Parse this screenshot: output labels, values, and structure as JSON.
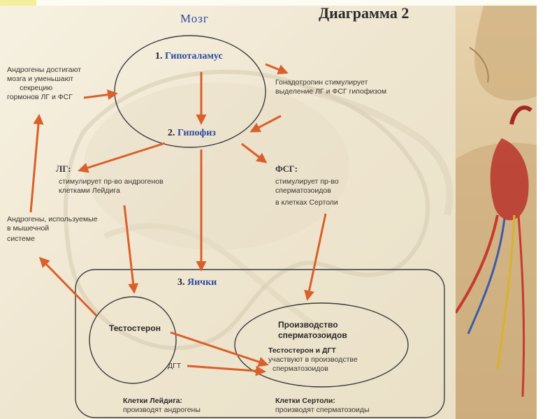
{
  "title": "Диаграмма 2",
  "brain_label": "Мозг",
  "nodes": {
    "hypothalamus": {
      "num": "1.",
      "name": "Гипоталамус"
    },
    "pituitary": {
      "num": "2.",
      "name": "Гипофиз"
    },
    "testes": {
      "num": "3.",
      "name": "Яички"
    }
  },
  "notes": {
    "androgens_brain": [
      "Андрогены достигают",
      "мозга и уменьшают",
      "секрецию",
      "гормонов ЛГ и ФСГ"
    ],
    "gonadotropin": [
      "Гонадотропин стимулирует",
      "выделение ЛГ и ФСГ гипофизом"
    ],
    "lh_title": "ЛГ:",
    "lh_text": [
      "стимулирует пр-во андрогенов",
      "клетками Лейдига"
    ],
    "fsh_title": "ФСГ:",
    "fsh_text": [
      "стимулирует пр-во",
      "сперматозоидов",
      "в клетках Сертоли"
    ],
    "androgens_muscle": [
      "Андрогены, используемые",
      "в мышечной",
      "системе"
    ],
    "testosterone": "Тестостерон",
    "dht": "ДГТ",
    "sperm_production": [
      "Производство",
      "сперматозоидов"
    ],
    "testosterone_dht": [
      "Тестостерон и ДГТ",
      "участвуют в производстве",
      "сперматозоидов"
    ],
    "leydig": [
      "Клетки Лейдига:",
      "производят андрогены"
    ],
    "sertoli": [
      "Клетки Сертоли:",
      "производят сперматозоиды"
    ]
  },
  "colors": {
    "arrow": "#d9602a",
    "line": "#3b3b3b",
    "blue_text": "#2b4aa0",
    "background": "#f3ecd9",
    "corner_accent": "#f2ef9a"
  }
}
